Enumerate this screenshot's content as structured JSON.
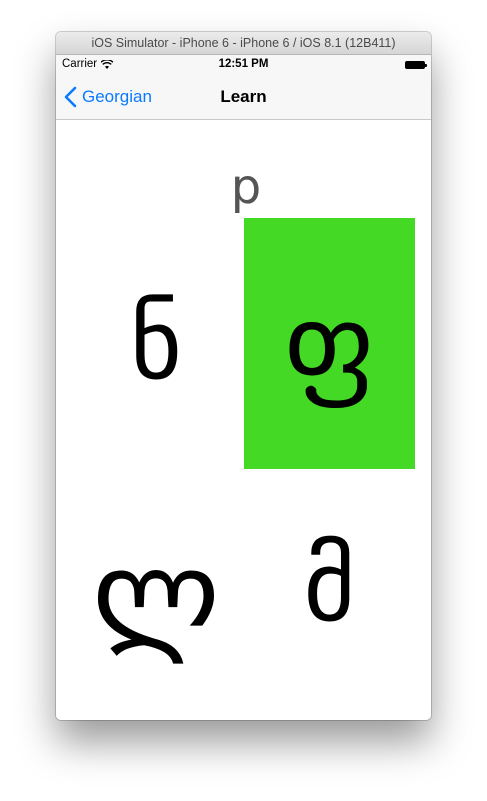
{
  "window": {
    "title": "iOS Simulator - iPhone 6 - iPhone 6 / iOS 8.1 (12B411)"
  },
  "status_bar": {
    "carrier": "Carrier",
    "time": "12:51 PM"
  },
  "nav": {
    "back_label": "Georgian",
    "title": "Learn"
  },
  "quiz": {
    "prompt": "p",
    "options": [
      {
        "letter": "ნ"
      },
      {
        "letter": "ფ",
        "highlighted": true
      },
      {
        "letter": "ლ"
      },
      {
        "letter": "მ"
      }
    ],
    "highlight_color": "#44d924"
  },
  "colors": {
    "accent": "#0a7aff",
    "highlight": "#44d924"
  }
}
